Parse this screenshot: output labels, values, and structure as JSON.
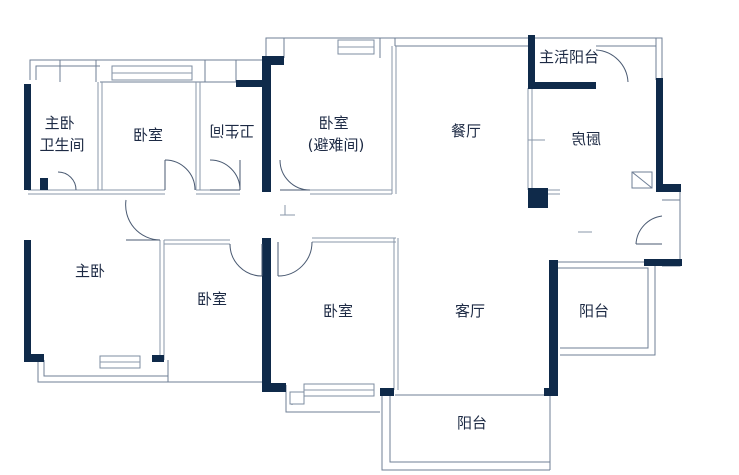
{
  "floorplan": {
    "rooms": [
      {
        "id": "main-balcony",
        "label": "主活阳台"
      },
      {
        "id": "master-bath",
        "label": "主卧\n卫生间"
      },
      {
        "id": "bedroom-nw",
        "label": "卧室"
      },
      {
        "id": "bathroom",
        "label": "卫生间"
      },
      {
        "id": "bedroom-refuge",
        "label": "卧室\n(避难间)"
      },
      {
        "id": "dining",
        "label": "餐厅"
      },
      {
        "id": "kitchen",
        "label": "厨房"
      },
      {
        "id": "master-bedroom",
        "label": "主卧"
      },
      {
        "id": "bedroom-sw",
        "label": "卧室"
      },
      {
        "id": "bedroom-s",
        "label": "卧室"
      },
      {
        "id": "living",
        "label": "客厅"
      },
      {
        "id": "balcony-e",
        "label": "阳台"
      },
      {
        "id": "balcony-s",
        "label": "阳台"
      }
    ]
  }
}
